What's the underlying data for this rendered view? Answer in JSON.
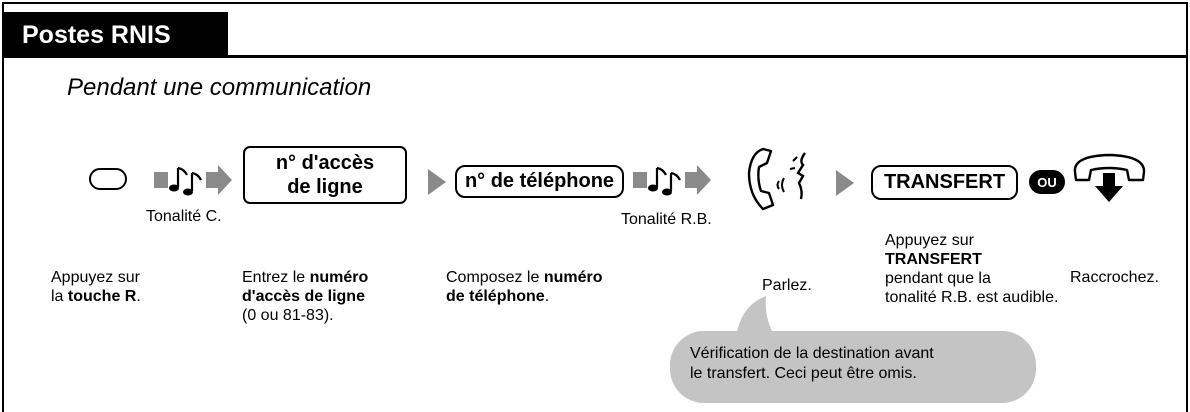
{
  "section": {
    "title": "Postes RNIS"
  },
  "subtitle": "Pendant une communication",
  "keys": {
    "line_access_line1": "n° d'accès",
    "line_access_line2": "de ligne",
    "phone_number": "n° de téléphone",
    "transfer": "TRANSFERT",
    "or_badge": "OU"
  },
  "tones": {
    "c_tone": "Tonalité C.",
    "rb_tone": "Tonalité R.B."
  },
  "steps": {
    "press_r": {
      "pre": "Appuyez sur",
      "mid": "la ",
      "bold": "touche R",
      "post": "."
    },
    "enter_access": {
      "pre": "Entrez le ",
      "bold1": "numéro",
      "bold2": "d'accès de ligne",
      "post": "(0 ou 81-83)."
    },
    "dial": {
      "pre": "Composez le ",
      "bold1": "numéro",
      "bold2": "de téléphone",
      "post": "."
    },
    "talk": "Parlez.",
    "press_transfer": {
      "pre": "Appuyez sur",
      "bold": "TRANSFERT",
      "line3": "pendant que la",
      "line4": "tonalité R.B. est audible."
    },
    "hang_up": "Raccrochez."
  },
  "note": {
    "line1": "Vérification de la destination avant",
    "line2": "le transfert. Ceci peut être omis."
  },
  "icons": {
    "r_key": "rounded-key-icon",
    "tone": "music-note-arrow-icon",
    "step_arrow": "triangle-arrow-icon",
    "talk": "handset-speaking-icon",
    "hangup": "handset-down-icon"
  },
  "colors": {
    "tab_bg": "#000000",
    "arrow_gray": "#8a8a8a",
    "bubble_gray": "#c4c4c4"
  }
}
